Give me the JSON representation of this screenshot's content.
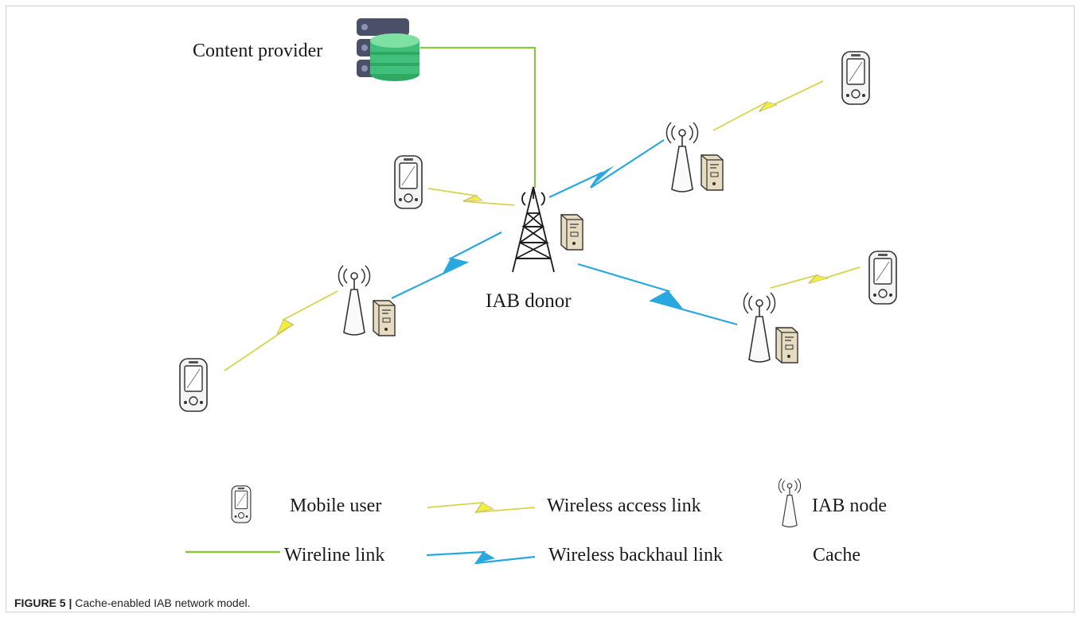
{
  "diagram": {
    "labels": {
      "content_provider": "Content provider",
      "iab_donor": "IAB donor"
    },
    "legend": {
      "mobile_user": "Mobile user",
      "wireless_access_link": "Wireless access link",
      "iab_node": "IAB node",
      "wireline_link": "Wireline link",
      "wireless_backhaul_link": "Wireless backhaul link",
      "cache": "Cache"
    },
    "colors": {
      "wireline": "#8cc63f",
      "access_link": "#f2ee3a",
      "backhaul_link": "#29a8e0",
      "server_body": "#e8dcc0",
      "provider_dark": "#4a5068",
      "provider_green": "#3fbf7a"
    },
    "icons": [
      "server-rack-icon",
      "mobile-phone-icon",
      "tower-icon",
      "iab-node-icon",
      "cache-server-icon"
    ]
  },
  "caption": {
    "label": "FIGURE 5 |",
    "text": " Cache-enabled IAB network model."
  }
}
